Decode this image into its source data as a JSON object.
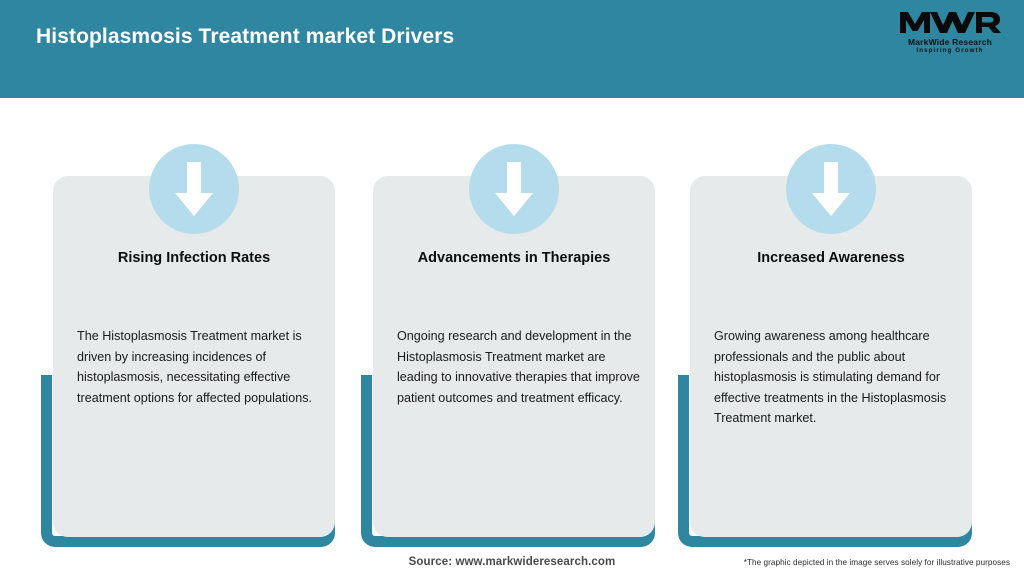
{
  "header": {
    "title": "Histoplasmosis Treatment market Drivers",
    "background_color": "#2e86a0",
    "title_color": "#ffffff"
  },
  "logo": {
    "mark": "MWR",
    "name": "MarkWide Research",
    "tagline": "Inspiring Growth"
  },
  "theme": {
    "teal": "#2e86a0",
    "icon_circle": "#b5dced",
    "card_background": "#e6eaeb",
    "page_background": "#ffffff",
    "arrow_color": "#ffffff"
  },
  "cards": [
    {
      "icon": "arrow-down-icon",
      "title": "Rising Infection Rates",
      "body": "The Histoplasmosis Treatment market is driven by increasing incidences of histoplasmosis, necessitating effective treatment options for affected populations."
    },
    {
      "icon": "arrow-down-icon",
      "title": "Advancements in Therapies",
      "body": "Ongoing research and development in the Histoplasmosis Treatment market are leading to innovative therapies that improve patient outcomes and treatment efficacy."
    },
    {
      "icon": "arrow-down-icon",
      "title": "Increased Awareness",
      "body": "Growing awareness among healthcare professionals and the public about histoplasmosis is stimulating demand for effective treatments in the Histoplasmosis Treatment market."
    }
  ],
  "footer": {
    "source": "Source: www.markwideresearch.com",
    "note": "*The graphic depicted in the image serves solely for illustrative purposes"
  }
}
